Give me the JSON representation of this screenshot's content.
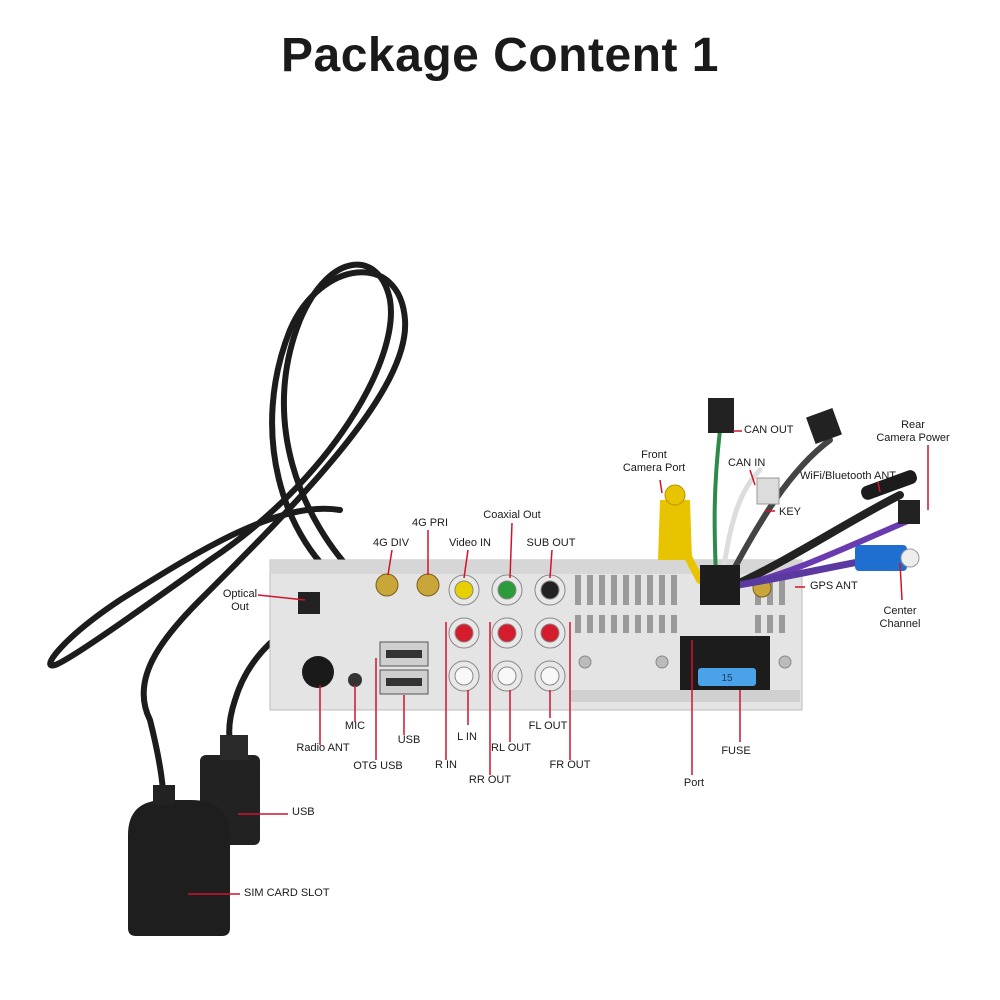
{
  "title": "Package Content 1",
  "colors": {
    "leader_line": "#d0142c",
    "cable": "#1c1c1c",
    "panel": "#e6e6e6"
  },
  "labels": {
    "optical_out": "Optical\nOut",
    "g4_div": "4G DIV",
    "g4_pri": "4G PRI",
    "video_in": "Video IN",
    "coaxial_out": "Coaxial Out",
    "sub_out": "SUB OUT",
    "radio_ant": "Radio ANT",
    "mic": "MIC",
    "otg_usb": "OTG USB",
    "usb_port": "USB",
    "r_in": "R IN",
    "l_in": "L IN",
    "rr_out": "RR OUT",
    "rl_out": "RL OUT",
    "fl_out": "FL OUT",
    "fr_out": "FR OUT",
    "usb_cable": "USB",
    "sim_card_slot": "SIM CARD SLOT",
    "front_camera_port": "Front\nCamera Port",
    "can_out": "CAN OUT",
    "can_in": "CAN IN",
    "wifi_bt_ant": "WiFi/Bluetooth ANT",
    "rear_camera_power": "Rear\nCamera Power",
    "key": "KEY",
    "gps_ant": "GPS ANT",
    "center_channel": "Center\nChannel",
    "port": "Port",
    "fuse": "FUSE"
  },
  "fuse_text": "15"
}
